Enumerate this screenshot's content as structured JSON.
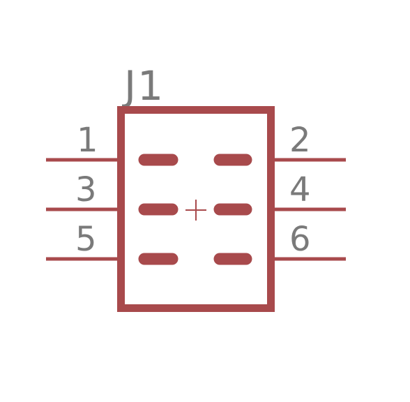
{
  "symbol": {
    "reference": "J1",
    "color": "#a84a4c",
    "label_color": "#7a7a7a",
    "pins": [
      {
        "number": "1",
        "side": "left"
      },
      {
        "number": "2",
        "side": "right"
      },
      {
        "number": "3",
        "side": "left"
      },
      {
        "number": "4",
        "side": "right"
      },
      {
        "number": "5",
        "side": "left"
      },
      {
        "number": "6",
        "side": "right"
      }
    ],
    "origin_marker": "plus-icon"
  }
}
